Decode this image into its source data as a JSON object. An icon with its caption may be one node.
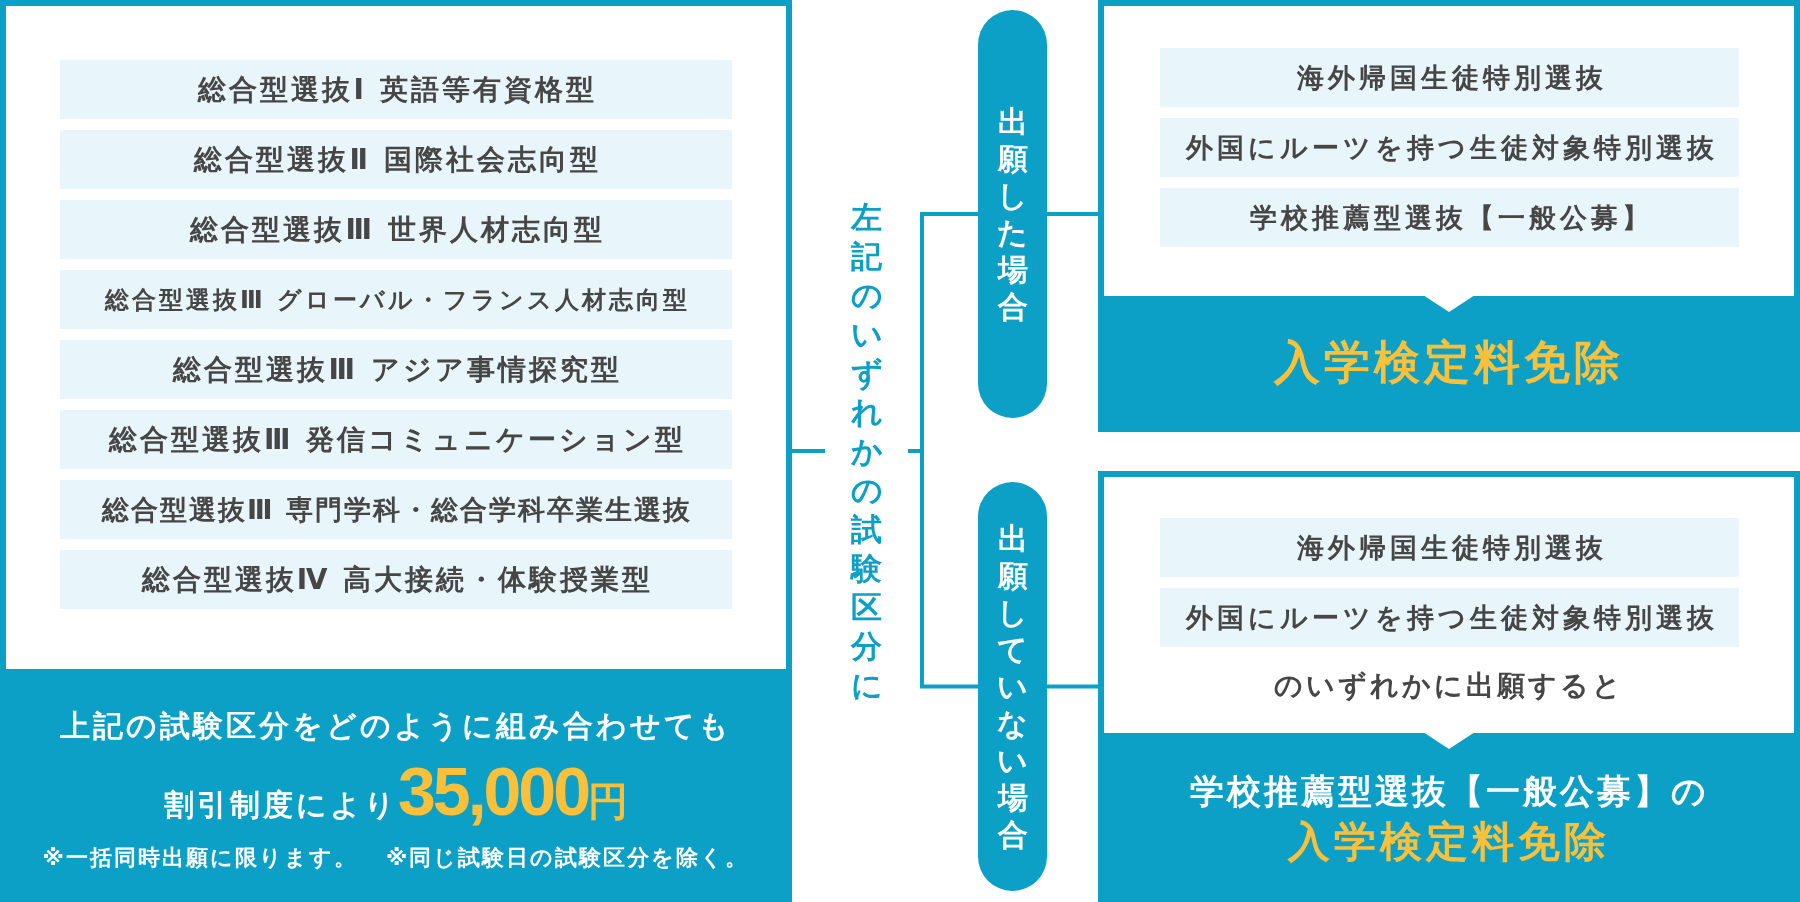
{
  "diagram": {
    "nodes": [
      {
        "text": [
          "上記の試験区分をどのように組み合わせても",
          "割引制度により",
          "35,000",
          "円",
          "※一括同時出願に限ります。",
          "※同じ試験日の試験区分を除く。"
        ]
      },
      {
        "text": [
          "総合型選抜Ⅰ 英語等有資格型"
        ],
        "in": 0
      },
      {
        "text": [
          "総合型選抜Ⅱ 国際社会志向型"
        ],
        "in": 0
      },
      {
        "text": [
          "総合型選抜Ⅲ 世界人材志向型"
        ],
        "in": 0
      },
      {
        "text": [
          "総合型選抜Ⅲ グローバル・フランス人材志向型"
        ],
        "in": 0
      },
      {
        "text": [
          "総合型選抜Ⅲ アジア事情探究型"
        ],
        "in": 0
      },
      {
        "text": [
          "総合型選抜Ⅲ 発信コミュニケーション型"
        ],
        "in": 0
      },
      {
        "text": [
          "総合型選抜Ⅲ 専門学科・総合学科卒業生選抜"
        ],
        "in": 0
      },
      {
        "text": [
          "総合型選抜Ⅳ 高大接続・体験授業型"
        ],
        "in": 0
      },
      {
        "text": [
          "左記のいずれかの試験区分に"
        ]
      },
      {
        "text": [
          "出願した場合"
        ]
      },
      {
        "text": [
          "入学検定料免除"
        ]
      },
      {
        "text": [
          "海外帰国生徒特別選抜"
        ],
        "in": 11
      },
      {
        "text": [
          "外国にルーツを持つ生徒対象特別選抜"
        ],
        "in": 11
      },
      {
        "text": [
          "学校推薦型選抜【一般公募】"
        ],
        "in": 11
      },
      {
        "text": [
          "出願していない場合"
        ]
      },
      {
        "text": [
          "のいずれかに出願すると",
          "学校推薦型選抜【一般公募】の",
          "入学検定料免除"
        ]
      },
      {
        "text": [
          "海外帰国生徒特別選抜"
        ],
        "in": 16
      },
      {
        "text": [
          "外国にルーツを持つ生徒対象特別選抜"
        ],
        "in": 16
      }
    ],
    "edges": [
      {
        "from": 0,
        "to": 9,
        "arrow": "none"
      },
      {
        "from": 9,
        "to": 10,
        "arrow": "none"
      },
      {
        "from": 9,
        "to": 15,
        "arrow": "none"
      },
      {
        "from": 10,
        "to": 11,
        "arrow": "none"
      },
      {
        "from": 15,
        "to": 16,
        "arrow": "none"
      }
    ]
  }
}
